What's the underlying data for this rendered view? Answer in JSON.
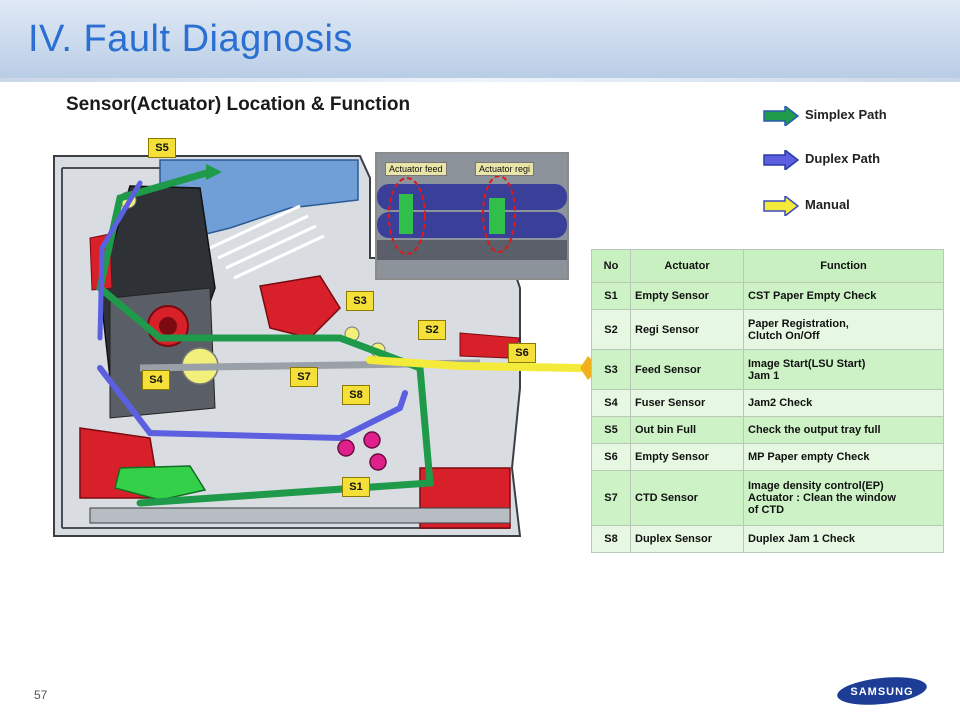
{
  "header": {
    "title": "IV. Fault Diagnosis"
  },
  "subtitle": "Sensor(Actuator) Location & Function",
  "legend": [
    {
      "label": "Simplex Path",
      "color": "#1e9a4a"
    },
    {
      "label": "Duplex Path",
      "color": "#5b5fe0"
    },
    {
      "label": "Manual",
      "color": "#f4ea3a"
    }
  ],
  "inset": {
    "tag_feed": "Actuator feed",
    "tag_regi": "Actuator regi"
  },
  "sensor_labels": [
    "S5",
    "S3",
    "S2",
    "S6",
    "S4",
    "S7",
    "S8",
    "S1"
  ],
  "table": {
    "headers": [
      "No",
      "Actuator",
      "Function"
    ],
    "rows": [
      {
        "no": "S1",
        "actuator": "Empty Sensor",
        "function": "CST Paper Empty Check"
      },
      {
        "no": "S2",
        "actuator": "Regi Sensor",
        "function": "Paper Registration,\nClutch On/Off"
      },
      {
        "no": "S3",
        "actuator": "Feed Sensor",
        "function": "Image Start(LSU Start)\nJam 1"
      },
      {
        "no": "S4",
        "actuator": "Fuser Sensor",
        "function": "Jam2 Check"
      },
      {
        "no": "S5",
        "actuator": "Out bin Full",
        "function": "Check the output tray full"
      },
      {
        "no": "S6",
        "actuator": "Empty Sensor",
        "function": "MP Paper empty Check"
      },
      {
        "no": "S7",
        "actuator": "CTD Sensor",
        "function": "Image density control(EP)\nActuator : Clean the window\nof CTD"
      },
      {
        "no": "S8",
        "actuator": "Duplex Sensor",
        "function": "Duplex Jam 1 Check"
      }
    ]
  },
  "footer": {
    "page_number": "57",
    "logo_text": "SAMSUNG"
  }
}
